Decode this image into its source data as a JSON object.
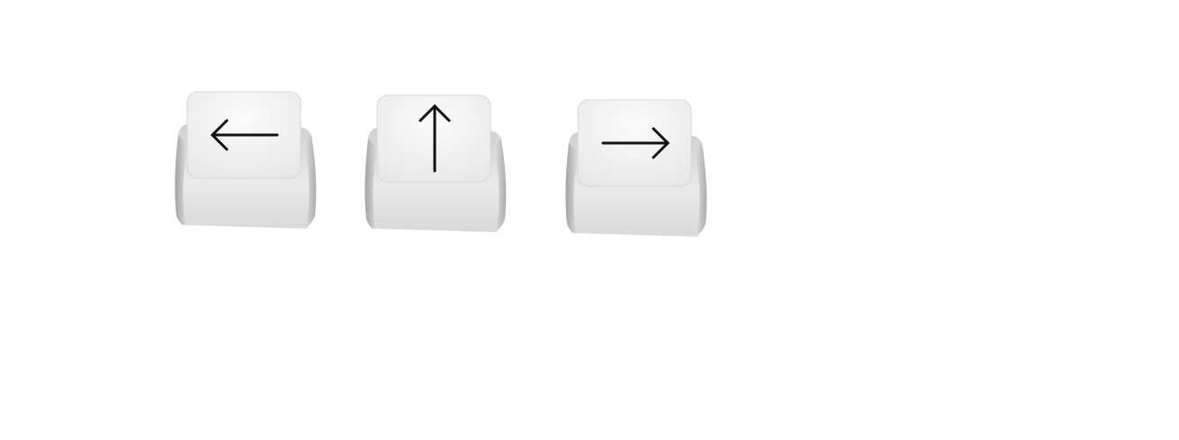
{
  "keys": [
    {
      "name": "left-arrow-key",
      "icon": "arrow-left-icon"
    },
    {
      "name": "up-arrow-key",
      "icon": "arrow-up-icon"
    },
    {
      "name": "right-arrow-key",
      "icon": "arrow-right-icon"
    }
  ],
  "colors": {
    "background": "#ffffff",
    "keycap_top": "#f3f3f3",
    "keycap_side": "#d6d6d6",
    "keycap_shadow": "#b9b9b9",
    "glyph": "#111111"
  }
}
